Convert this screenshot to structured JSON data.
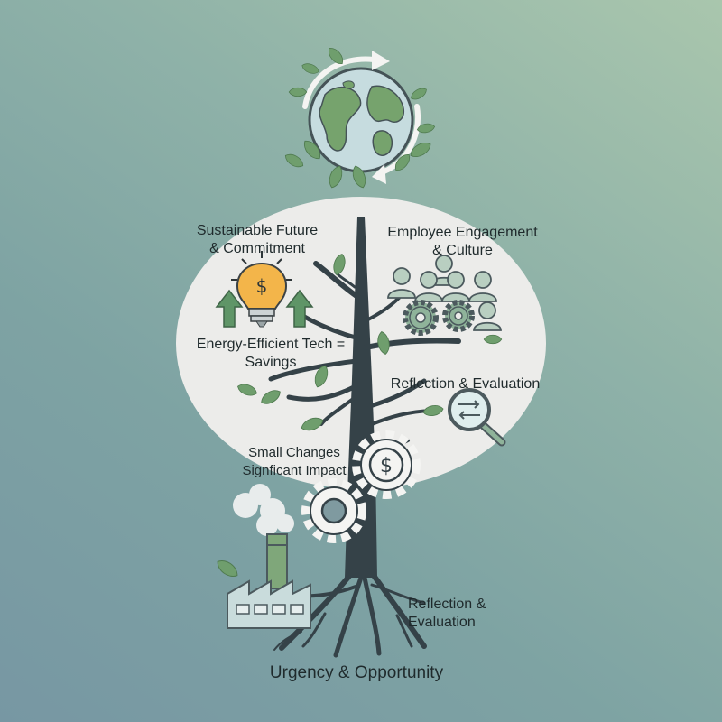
{
  "labels": {
    "top_left": {
      "line1": "Sustainable Future",
      "line2": "& Commitment"
    },
    "top_right": {
      "line1": "Employee Engagement",
      "line2": "& Culture"
    },
    "energy": {
      "line1": "Energy-Efficient Tech =",
      "line2": "Savings"
    },
    "reflection_top": "Reflection & Evaluation",
    "small_changes": {
      "line1": "Small Changes",
      "line2": "Signficant Impact"
    },
    "reflection_root": {
      "line1": "Reflection &",
      "line2": "Evaluation"
    },
    "bottom": "Urgency & Opportunity"
  },
  "icons": [
    "globe-icon",
    "recycle-arrows-icon",
    "lightbulb-dollar-icon",
    "up-arrow-icon",
    "people-group-icon",
    "gear-icon",
    "magnifier-icon",
    "dollar-gear-icon",
    "factory-icon",
    "leaf-icon",
    "tree-icon"
  ],
  "colors": {
    "leaf": "#6f9e6d",
    "tree": "#354248",
    "bulb": "#f3b54a",
    "arrow": "#5f9567",
    "icon_line": "#4c5a5e",
    "oval": "#ececea"
  }
}
